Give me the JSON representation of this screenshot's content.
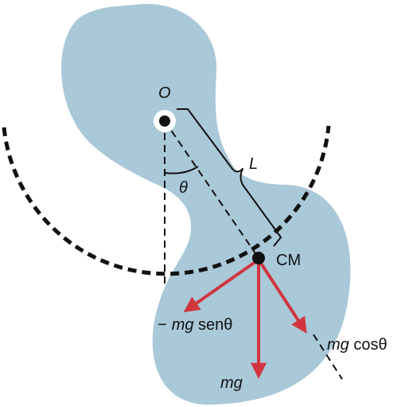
{
  "labels": {
    "pivot": "O",
    "length": "L",
    "angle": "θ",
    "center_of_mass": "CM",
    "force_perpendicular_sign": "−",
    "force_perpendicular_mg": "mg",
    "force_perpendicular_fn": " senθ",
    "force_weight": "mg",
    "force_parallel_mg": "mg",
    "force_parallel_fn": " cosθ"
  },
  "colors": {
    "body_fill": "#a9c8d8",
    "arrow": "#d1363f",
    "line": "#111111"
  }
}
